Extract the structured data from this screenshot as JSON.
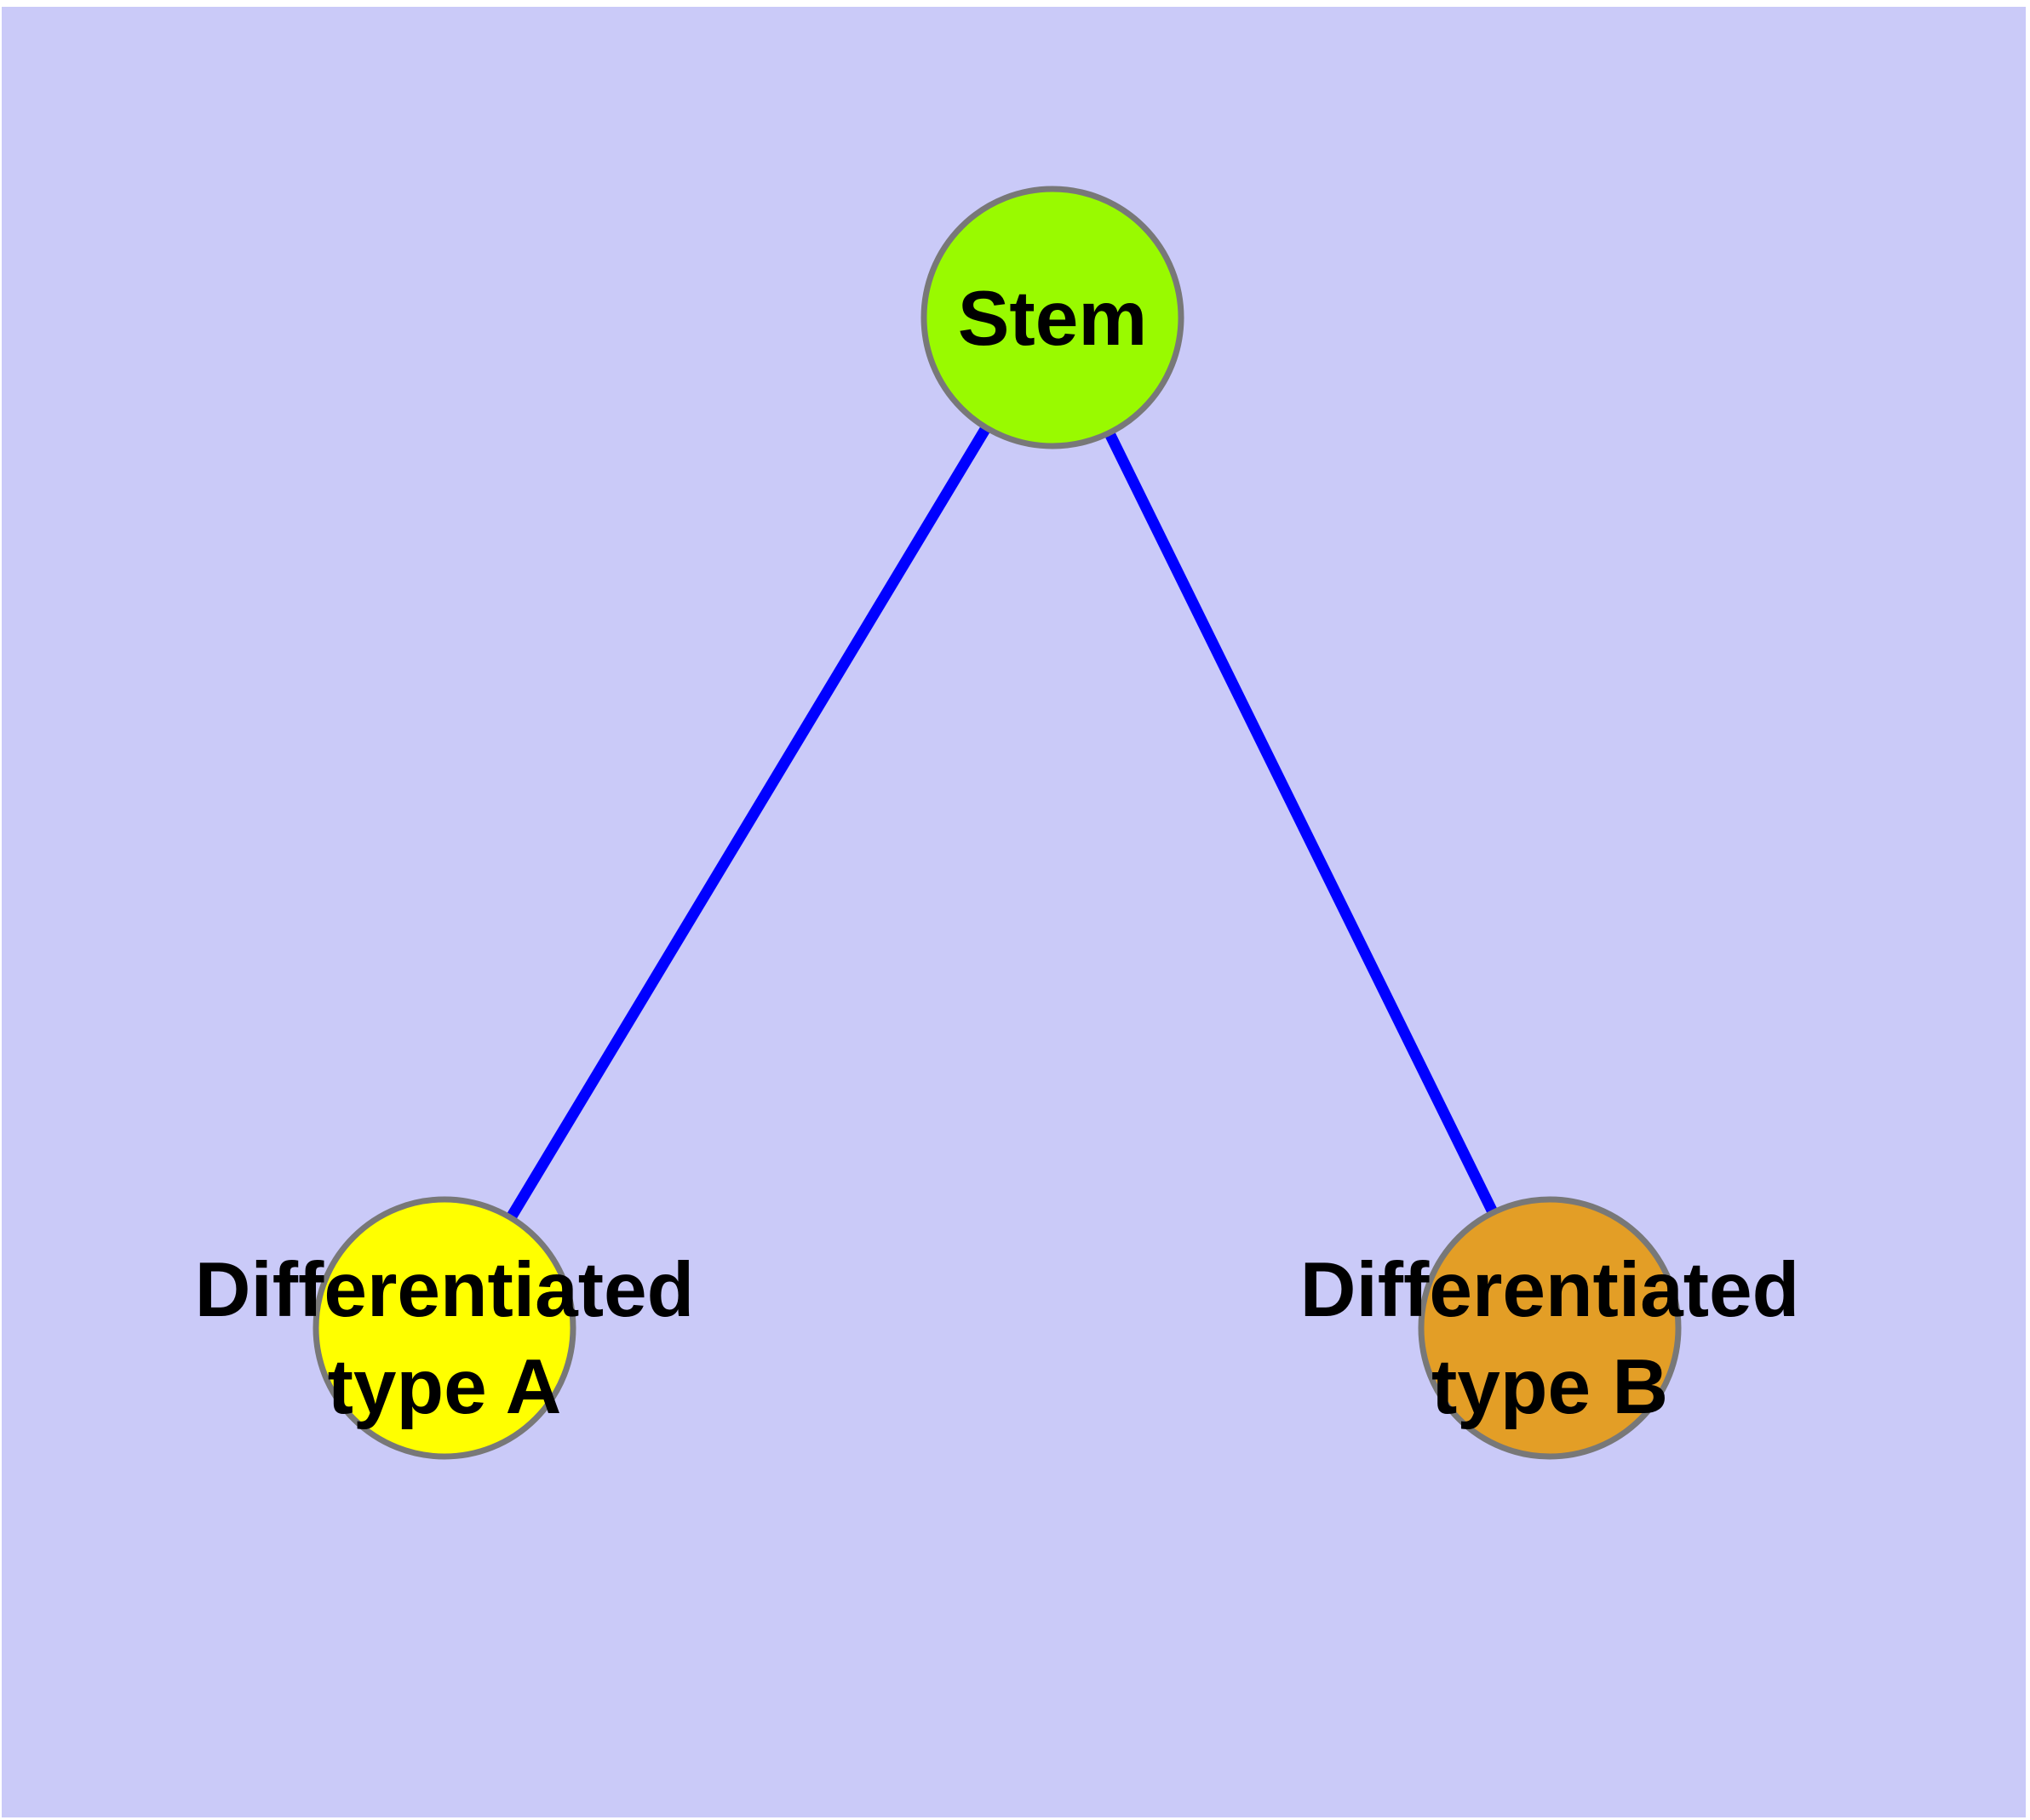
{
  "diagram": {
    "kind": "undirected-graph",
    "description": "Stem cell differentiation graph: a Stem node linked to two differentiated cell type nodes",
    "colors": {
      "page": "#FFFFFF",
      "background": "#CACAF8",
      "edge": "#0000FF",
      "node_border": "#787878",
      "label_text": "#000000"
    },
    "nodes": [
      {
        "id": "stem",
        "label": "Stem",
        "fill": "#99FA00"
      },
      {
        "id": "differentiated-type-a",
        "label": "Differentiated type A",
        "label_lines": [
          "Differentiated",
          "type A"
        ],
        "fill": "#FFFF00"
      },
      {
        "id": "differentiated-type-b",
        "label": "Differentiated type B",
        "label_lines": [
          "Differentiated",
          "type B"
        ],
        "fill": "#E39E26"
      }
    ],
    "edges": [
      {
        "from": "Stem",
        "to": "Differentiated type A"
      },
      {
        "from": "Stem",
        "to": "Differentiated type B"
      }
    ]
  }
}
